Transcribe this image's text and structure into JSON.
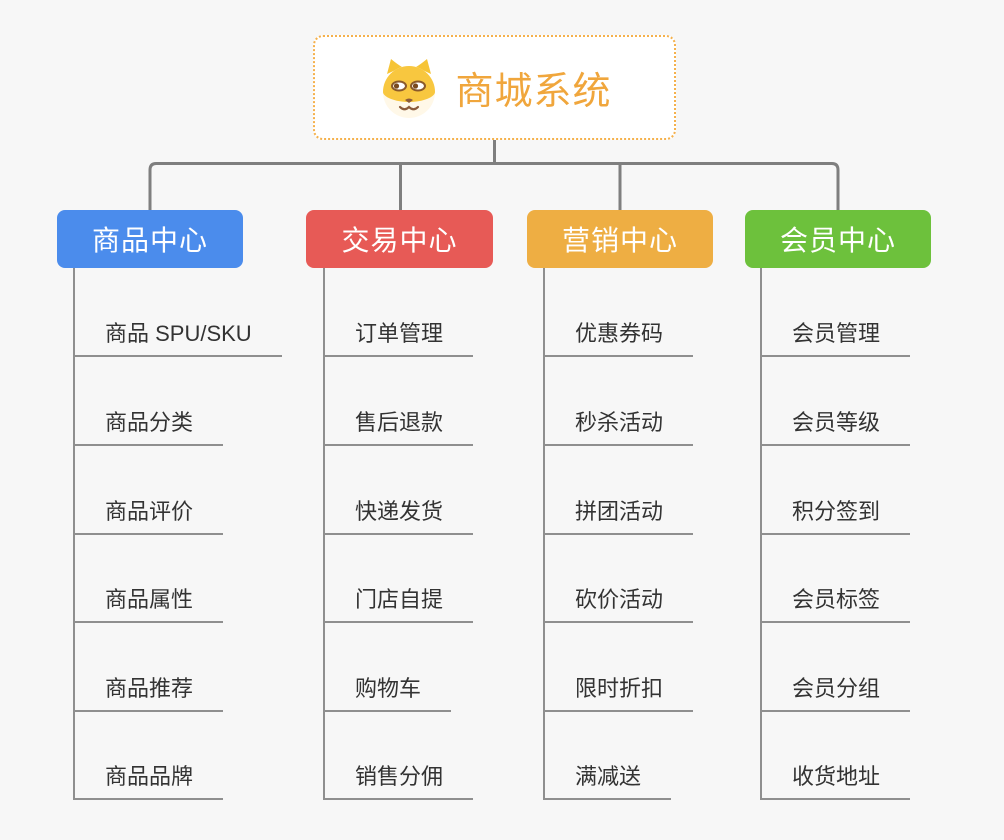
{
  "root": {
    "title": "商城系统",
    "icon": "dog-face-icon",
    "accent_color": "#F0A63C",
    "border_color": "#F5B14C"
  },
  "connector_color": "#7F7F7F",
  "sub_line_color": "#8F8F8F",
  "branches": [
    {
      "label": "商品中心",
      "color": "#4B8CEC",
      "items": [
        "商品 SPU/SKU",
        "商品分类",
        "商品评价",
        "商品属性",
        "商品推荐",
        "商品品牌"
      ]
    },
    {
      "label": "交易中心",
      "color": "#E75A56",
      "items": [
        "订单管理",
        "售后退款",
        "快递发货",
        "门店自提",
        "购物车",
        "销售分佣"
      ]
    },
    {
      "label": "营销中心",
      "color": "#EEAE43",
      "items": [
        "优惠券码",
        "秒杀活动",
        "拼团活动",
        "砍价活动",
        "限时折扣",
        "满减送"
      ]
    },
    {
      "label": "会员中心",
      "color": "#6DC13C",
      "items": [
        "会员管理",
        "会员等级",
        "积分签到",
        "会员标签",
        "会员分组",
        "收货地址"
      ]
    }
  ]
}
